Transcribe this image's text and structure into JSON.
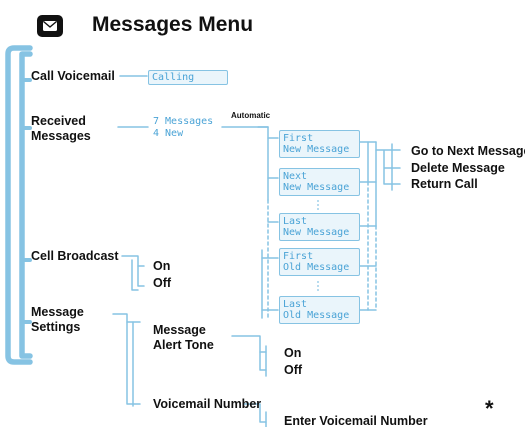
{
  "title": "Messages Menu",
  "icons": {
    "header": "envelope-icon"
  },
  "colors": {
    "connector": "#86c3e3",
    "lcd_text": "#4aa3d6",
    "lcd_fill": "#eaf5fb"
  },
  "menu": {
    "call_voicemail": "Call Voicemail",
    "received_messages_1": "Received",
    "received_messages_2": "Messages",
    "cell_broadcast": "Cell Broadcast",
    "message_settings_1": "Message",
    "message_settings_2": "Settings"
  },
  "screens": {
    "calling": "Calling",
    "inbox_count_1": "7 Messages",
    "inbox_count_2": "4 New",
    "first_new_1": "First",
    "first_new_2": "New Message",
    "next_new_1": "Next",
    "next_new_2": "New Message",
    "last_new_1": "Last",
    "last_new_2": "New Message",
    "first_old_1": "First",
    "first_old_2": "Old Message",
    "last_old_1": "Last",
    "last_old_2": "Old Message"
  },
  "automatic": "Automatic",
  "message_actions": [
    "Go to Next Message",
    "Delete Message",
    "Return Call"
  ],
  "broadcast_options": [
    "On",
    "Off"
  ],
  "settings": {
    "alert_tone_1": "Message",
    "alert_tone_2": "Alert Tone",
    "alert_options": [
      "On",
      "Off"
    ],
    "voicemail_number": "Voicemail Number",
    "enter_voicemail_number": "Enter Voicemail Number"
  },
  "footnote_mark": "*"
}
